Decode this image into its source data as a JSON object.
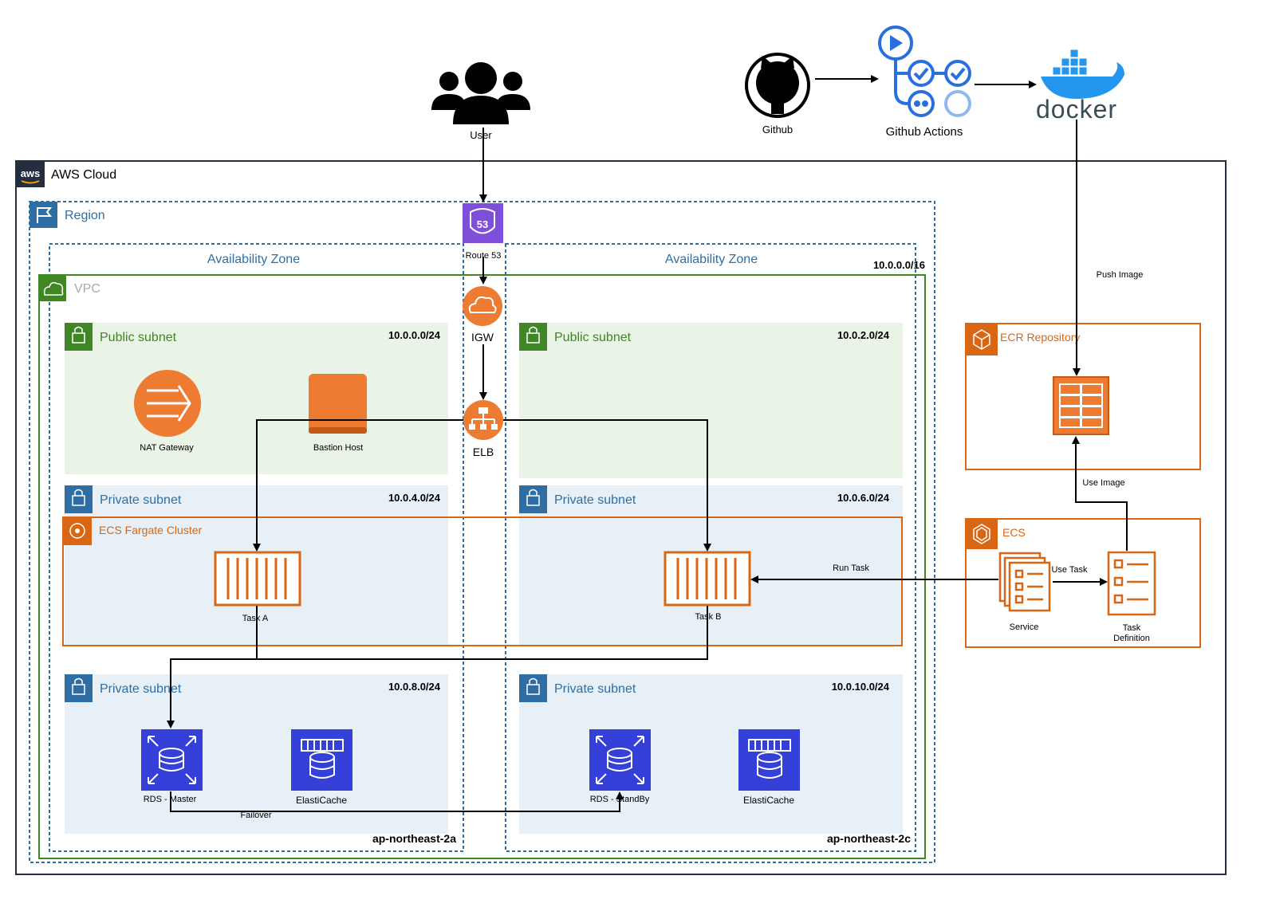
{
  "top": {
    "user_label": "User",
    "github_label": "Github",
    "actions_label": "Github Actions",
    "docker_wordmark": "docker"
  },
  "aws": {
    "logo_text": "aws",
    "cloud_label": "AWS Cloud",
    "region_label": "Region",
    "az_left_label": "Availability Zone",
    "az_right_label": "Availability Zone",
    "vpc_label": "VPC",
    "vpc_cidr": "10.0.0.0/16",
    "az_left_name": "ap-northeast-2a",
    "az_right_name": "ap-northeast-2c"
  },
  "subnets": {
    "pub_a": {
      "label": "Public subnet",
      "cidr": "10.0.0.0/24"
    },
    "pub_c": {
      "label": "Public subnet",
      "cidr": "10.0.2.0/24"
    },
    "priv_a1": {
      "label": "Private subnet",
      "cidr": "10.0.4.0/24"
    },
    "priv_c1": {
      "label": "Private subnet",
      "cidr": "10.0.6.0/24"
    },
    "priv_a2": {
      "label": "Private subnet",
      "cidr": "10.0.8.0/24"
    },
    "priv_c2": {
      "label": "Private subnet",
      "cidr": "10.0.10.0/24"
    }
  },
  "nodes": {
    "route53_label": "Route 53",
    "route53_badge": "53",
    "igw_label": "IGW",
    "elb_label": "ELB",
    "nat_label": "NAT Gateway",
    "bastion_label": "Bastion Host",
    "cluster_label": "ECS Fargate Cluster",
    "task_a_label": "Task A",
    "task_b_label": "Task B",
    "rds_master_label": "RDS - Master",
    "rds_standby_label": "RDS - StandBy",
    "elasticache_a_label": "ElastiCache",
    "elasticache_c_label": "ElastiCache",
    "ecr_label": "ECR Repository",
    "ecs_label": "ECS",
    "service_label": "Service",
    "taskdef_label_line1": "Task",
    "taskdef_label_line2": "Definition"
  },
  "edges": {
    "push_image": "Push Image",
    "use_image": "Use Image",
    "use_task": "Use Task",
    "run_task": "Run Task",
    "failover": "Failover"
  },
  "colors": {
    "aws_dark": "#232f3e",
    "region_blue": "#2f6ea4",
    "vpc_green": "#3f8624",
    "public_fill": "#e9f3e6",
    "private_fill": "#e6f0f6",
    "orange": "#d86613",
    "orange_light": "#ed7b32",
    "purple": "#7e4fd9",
    "db_blue": "#3440d8"
  }
}
